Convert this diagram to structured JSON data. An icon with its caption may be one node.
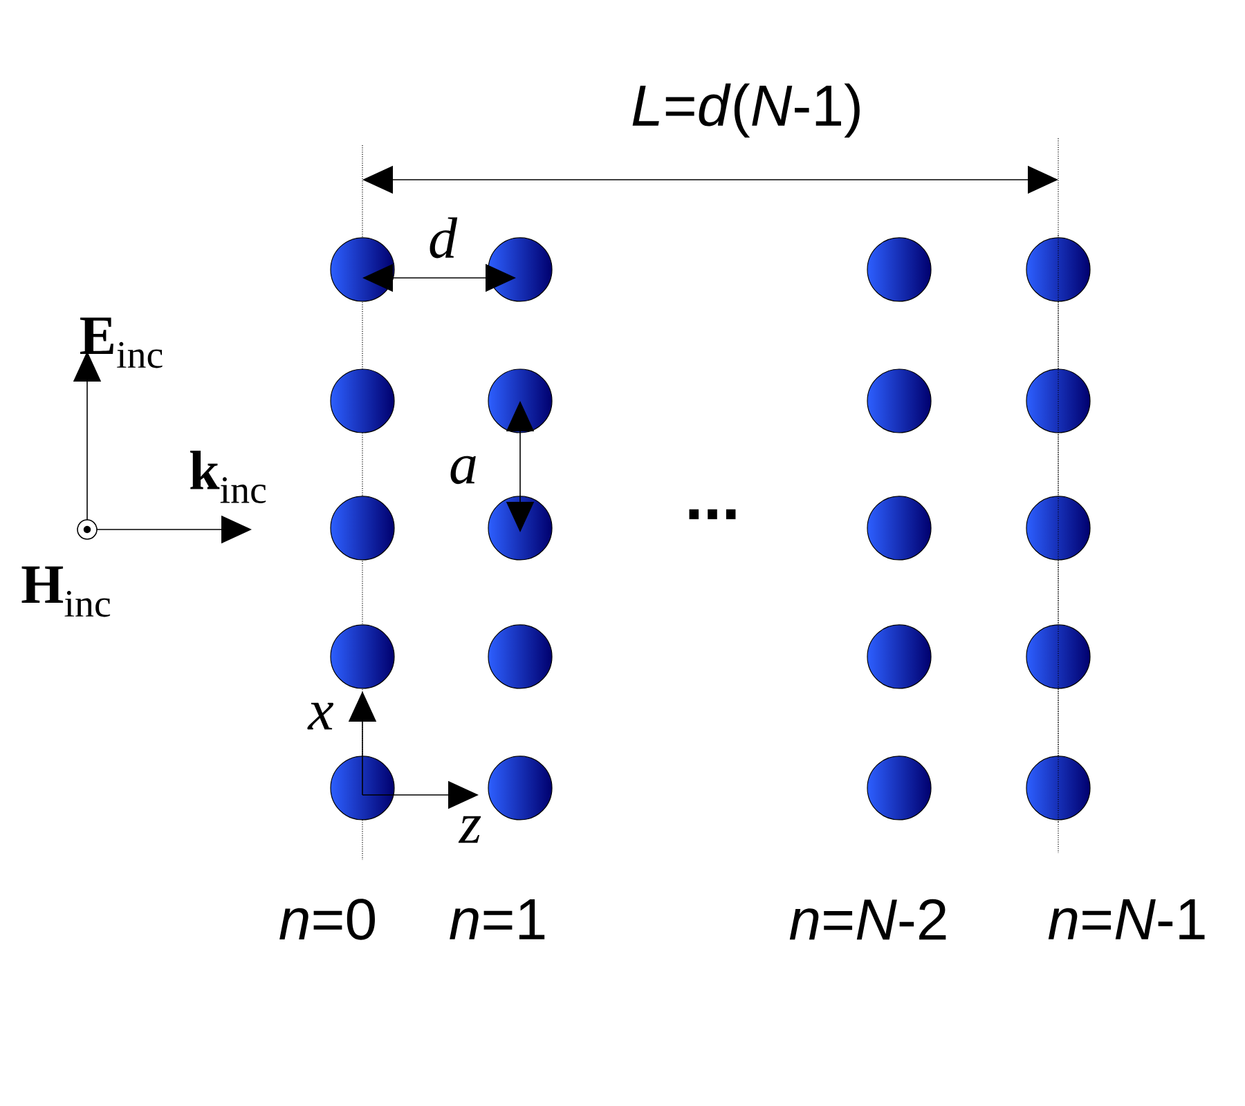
{
  "diagram": {
    "labels": [
      "*L*=*d*(*N*-1)",
      "d",
      "**E**$_{inc}$",
      "a",
      "**k**$_{inc}$",
      "...",
      "**H**$_{inc}$",
      "x",
      "z",
      "*n*=0",
      "*n*=1",
      "*n*=*N*-2",
      "*n*=*N*-1"
    ]
  }
}
